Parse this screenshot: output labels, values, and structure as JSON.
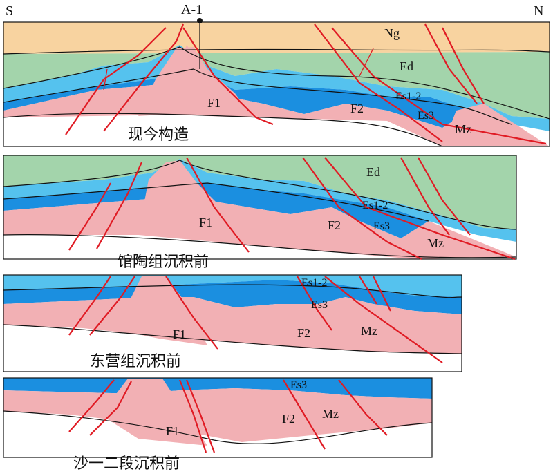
{
  "directions": {
    "left": "S",
    "right": "N"
  },
  "well": {
    "name": "A-1"
  },
  "colors": {
    "ng": "#f8d3a0",
    "ed": "#a3d4ab",
    "es12": "#55c2ee",
    "es3": "#1b8fe0",
    "basement": "#f2b0b4",
    "fault": "#e01b24"
  },
  "panels": [
    {
      "caption": "现今构造",
      "units": {
        "ng": "Ng",
        "ed": "Ed",
        "es12": "Es1-2",
        "es3": "Es3",
        "mz": "Mz"
      },
      "faults": {
        "f1": "F1",
        "f2": "F2"
      }
    },
    {
      "caption": "馆陶组沉积前",
      "units": {
        "ed": "Ed",
        "es12": "Es1-2",
        "es3": "Es3",
        "mz": "Mz"
      },
      "faults": {
        "f1": "F1",
        "f2": "F2"
      }
    },
    {
      "caption": "东营组沉积前",
      "units": {
        "es12": "Es1-2",
        "es3": "Es3",
        "mz": "Mz"
      },
      "faults": {
        "f1": "F1",
        "f2": "F2"
      }
    },
    {
      "caption": "沙一二段沉积前",
      "units": {
        "es3": "Es3",
        "mz": "Mz"
      },
      "faults": {
        "f1": "F1",
        "f2": "F2"
      }
    }
  ]
}
